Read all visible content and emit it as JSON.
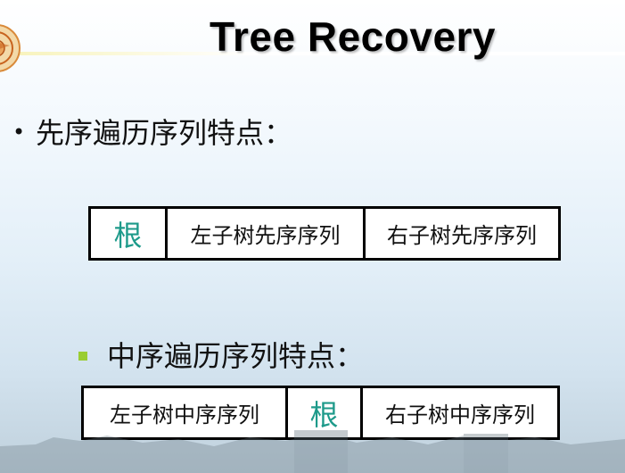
{
  "slide": {
    "title": "Tree Recovery",
    "preorder_heading": "先序遍历序列特点：",
    "inorder_heading": "中序遍历序列特点：",
    "bullet_symbol": "•"
  },
  "preorder_sequence": {
    "root": "根",
    "left": "左子树先序序列",
    "right": "右子树先序序列"
  },
  "inorder_sequence": {
    "left": "左子树中序序列",
    "root": "根",
    "right": "右子树中序序列"
  },
  "colors": {
    "root_text": "#1d9a8a",
    "sub_bullet": "#9acd32",
    "title_rule": "#f7f2b8"
  }
}
